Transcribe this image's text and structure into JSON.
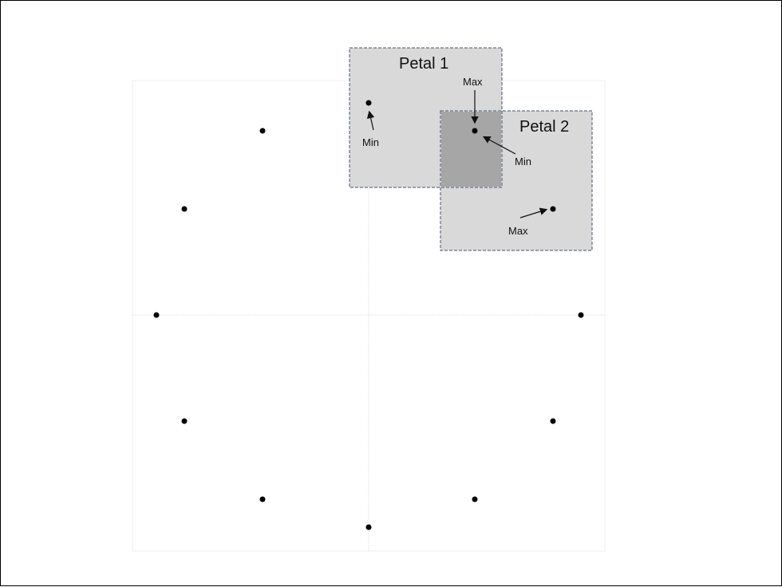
{
  "colors": {
    "petal_fill": "#d9d9d9",
    "overlap_fill": "#a6a6a6",
    "petal_border": "#44546a",
    "point": "#000000",
    "axis": "#e6e6e6"
  },
  "petal1": {
    "title": "Petal 1",
    "max_label": "Max",
    "min_label": "Min"
  },
  "petal2": {
    "title": "Petal 2",
    "min_label": "Min",
    "max_label": "Max"
  }
}
